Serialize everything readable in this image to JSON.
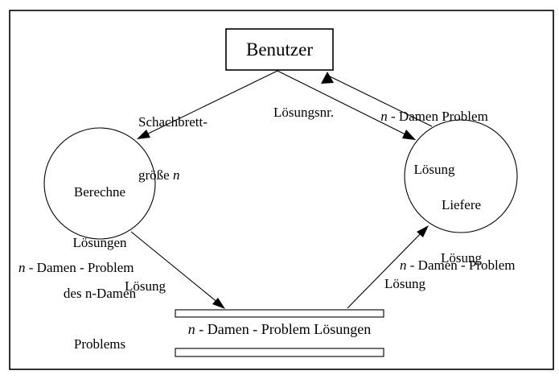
{
  "colors": {
    "ink": "#000000",
    "background": "#ffffff"
  },
  "diagram": {
    "entity": {
      "label": "Benutzer"
    },
    "process_berechne": {
      "line1": "Berechne",
      "line2": "Lösungen",
      "line3": "des n-Damen",
      "line4": "Problems"
    },
    "process_liefere": {
      "line1": "Liefere",
      "line2": "Lösung"
    },
    "datastore": {
      "n": "n",
      "label_rest": " - Damen - Problem Lösungen"
    },
    "flows": {
      "schachbrettgroesse": {
        "line1": "Schachbrett-",
        "line2_text": "größe ",
        "n": "n"
      },
      "loesungsnr": {
        "label": "Lösungsnr."
      },
      "damen_problem_loesung_top": {
        "n": "n",
        "line1_rest": " - Damen Problem",
        "line2": "Lösung"
      },
      "damen_problem_loesung_left": {
        "n": "n",
        "line1_rest": " - Damen - Problem",
        "line2": "Lösung"
      },
      "damen_problem_loesung_right": {
        "n": "n",
        "line1_rest": " - Damen - Problem",
        "line2": "Lösung"
      }
    }
  }
}
